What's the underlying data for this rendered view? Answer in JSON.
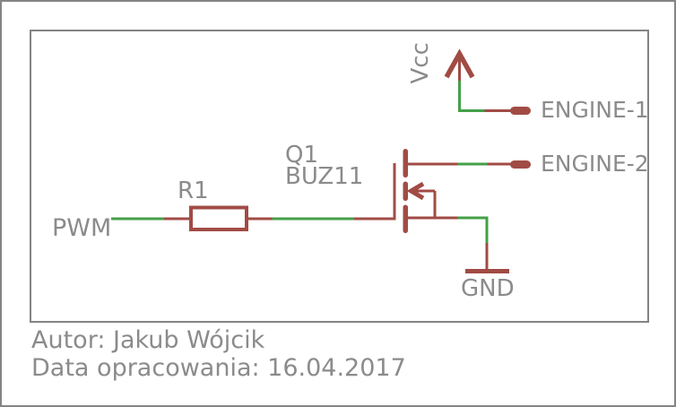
{
  "colors": {
    "wire_green": "#43a047",
    "symbol_red": "#a14b45",
    "text_gray": "#8b8b8b",
    "border_gray": "#848484",
    "background": "#ffffff"
  },
  "schematic": {
    "power": {
      "vcc_label": "Vcc",
      "gnd_label": "GND"
    },
    "input": {
      "pwm_label": "PWM"
    },
    "resistor": {
      "ref": "R1"
    },
    "mosfet": {
      "ref": "Q1",
      "value": "BUZ11"
    },
    "connectors": [
      {
        "label": "ENGINE-1"
      },
      {
        "label": "ENGINE-2"
      }
    ]
  },
  "footer": {
    "author_line": "Autor: Jakub Wójcik",
    "date_line": "Data opracowania: 16.04.2017"
  }
}
